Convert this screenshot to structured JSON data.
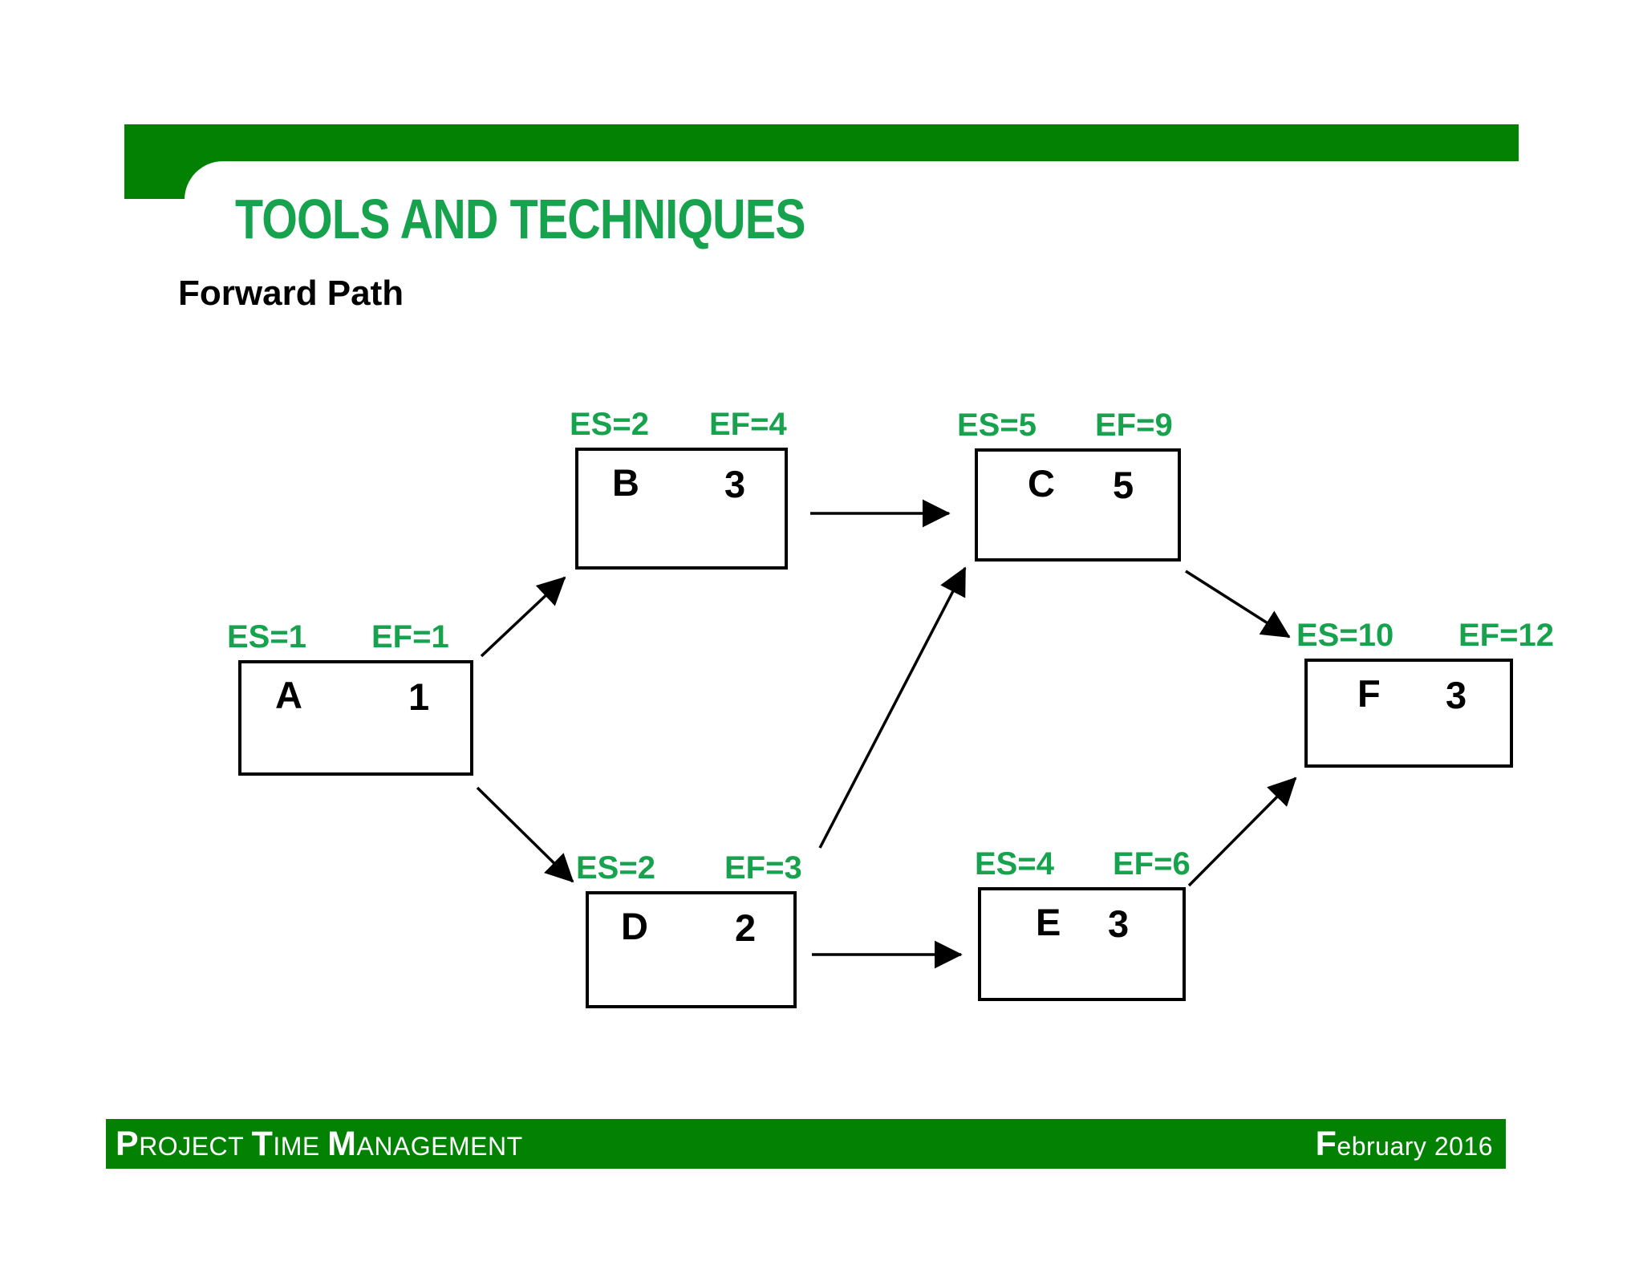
{
  "slide": {
    "title": "TOOLS AND TECHNIQUES",
    "subtitle": "Forward Path"
  },
  "footer": {
    "left": "PROJECT TIME MANAGEMENT",
    "right": "February 2016"
  },
  "colors": {
    "dark_green": "#038103",
    "accent_green": "#17A24E",
    "text_black": "#000000",
    "background": "#ffffff"
  },
  "diagram": {
    "nodes": [
      {
        "id": "A",
        "name": "A",
        "duration": "1",
        "es_label": "ES=1",
        "ef_label": "EF=1"
      },
      {
        "id": "B",
        "name": "B",
        "duration": "3",
        "es_label": "ES=2",
        "ef_label": "EF=4"
      },
      {
        "id": "C",
        "name": "C",
        "duration": "5",
        "es_label": "ES=5",
        "ef_label": "EF=9"
      },
      {
        "id": "D",
        "name": "D",
        "duration": "2",
        "es_label": "ES=2",
        "ef_label": "EF=3"
      },
      {
        "id": "E",
        "name": "E",
        "duration": "3",
        "es_label": "ES=4",
        "ef_label": "EF=6"
      },
      {
        "id": "F",
        "name": "F",
        "duration": "3",
        "es_label": "ES=10",
        "ef_label": "EF=12"
      }
    ],
    "edges": [
      {
        "from": "A",
        "to": "B"
      },
      {
        "from": "A",
        "to": "D"
      },
      {
        "from": "B",
        "to": "C"
      },
      {
        "from": "D",
        "to": "C"
      },
      {
        "from": "D",
        "to": "E"
      },
      {
        "from": "E",
        "to": "F"
      },
      {
        "from": "C",
        "to": "F"
      }
    ]
  }
}
